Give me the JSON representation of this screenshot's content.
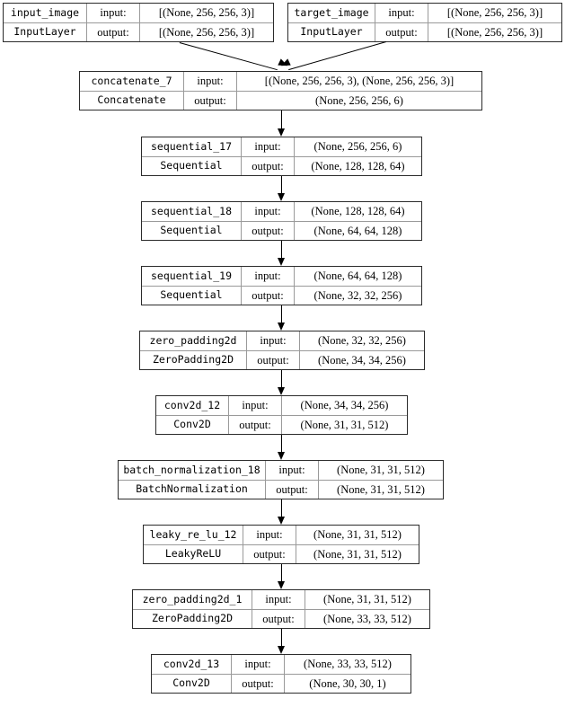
{
  "diagram": {
    "title": "Keras model architecture graph",
    "io_labels": {
      "input": "input:",
      "output": "output:"
    },
    "nodes": [
      {
        "id": "input_image",
        "name": "input_image",
        "type": "InputLayer",
        "input_shape": "[(None, 256, 256, 3)]",
        "output_shape": "[(None, 256, 256, 3)]"
      },
      {
        "id": "target_image",
        "name": "target_image",
        "type": "InputLayer",
        "input_shape": "[(None, 256, 256, 3)]",
        "output_shape": "[(None, 256, 256, 3)]"
      },
      {
        "id": "concatenate_7",
        "name": "concatenate_7",
        "type": "Concatenate",
        "input_shape": "[(None, 256, 256, 3), (None, 256, 256, 3)]",
        "output_shape": "(None, 256, 256, 6)"
      },
      {
        "id": "sequential_17",
        "name": "sequential_17",
        "type": "Sequential",
        "input_shape": "(None, 256, 256, 6)",
        "output_shape": "(None, 128, 128, 64)"
      },
      {
        "id": "sequential_18",
        "name": "sequential_18",
        "type": "Sequential",
        "input_shape": "(None, 128, 128, 64)",
        "output_shape": "(None, 64, 64, 128)"
      },
      {
        "id": "sequential_19",
        "name": "sequential_19",
        "type": "Sequential",
        "input_shape": "(None, 64, 64, 128)",
        "output_shape": "(None, 32, 32, 256)"
      },
      {
        "id": "zero_padding2d",
        "name": "zero_padding2d",
        "type": "ZeroPadding2D",
        "input_shape": "(None, 32, 32, 256)",
        "output_shape": "(None, 34, 34, 256)"
      },
      {
        "id": "conv2d_12",
        "name": "conv2d_12",
        "type": "Conv2D",
        "input_shape": "(None, 34, 34, 256)",
        "output_shape": "(None, 31, 31, 512)"
      },
      {
        "id": "batch_normalization_18",
        "name": "batch_normalization_18",
        "type": "BatchNormalization",
        "input_shape": "(None, 31, 31, 512)",
        "output_shape": "(None, 31, 31, 512)"
      },
      {
        "id": "leaky_re_lu_12",
        "name": "leaky_re_lu_12",
        "type": "LeakyReLU",
        "input_shape": "(None, 31, 31, 512)",
        "output_shape": "(None, 31, 31, 512)"
      },
      {
        "id": "zero_padding2d_1",
        "name": "zero_padding2d_1",
        "type": "ZeroPadding2D",
        "input_shape": "(None, 31, 31, 512)",
        "output_shape": "(None, 33, 33, 512)"
      },
      {
        "id": "conv2d_13",
        "name": "conv2d_13",
        "type": "Conv2D",
        "input_shape": "(None, 33, 33, 512)",
        "output_shape": "(None, 30, 30, 1)"
      }
    ],
    "edges": [
      {
        "from": "input_image",
        "to": "concatenate_7"
      },
      {
        "from": "target_image",
        "to": "concatenate_7"
      },
      {
        "from": "concatenate_7",
        "to": "sequential_17"
      },
      {
        "from": "sequential_17",
        "to": "sequential_18"
      },
      {
        "from": "sequential_18",
        "to": "sequential_19"
      },
      {
        "from": "sequential_19",
        "to": "zero_padding2d"
      },
      {
        "from": "zero_padding2d",
        "to": "conv2d_12"
      },
      {
        "from": "conv2d_12",
        "to": "batch_normalization_18"
      },
      {
        "from": "batch_normalization_18",
        "to": "leaky_re_lu_12"
      },
      {
        "from": "leaky_re_lu_12",
        "to": "zero_padding2d_1"
      },
      {
        "from": "zero_padding2d_1",
        "to": "conv2d_13"
      }
    ],
    "colors": {
      "border": "#2b2b2b",
      "divider": "#9a9a9a",
      "edge": "#000000",
      "background": "#ffffff",
      "text": "#000000"
    }
  }
}
